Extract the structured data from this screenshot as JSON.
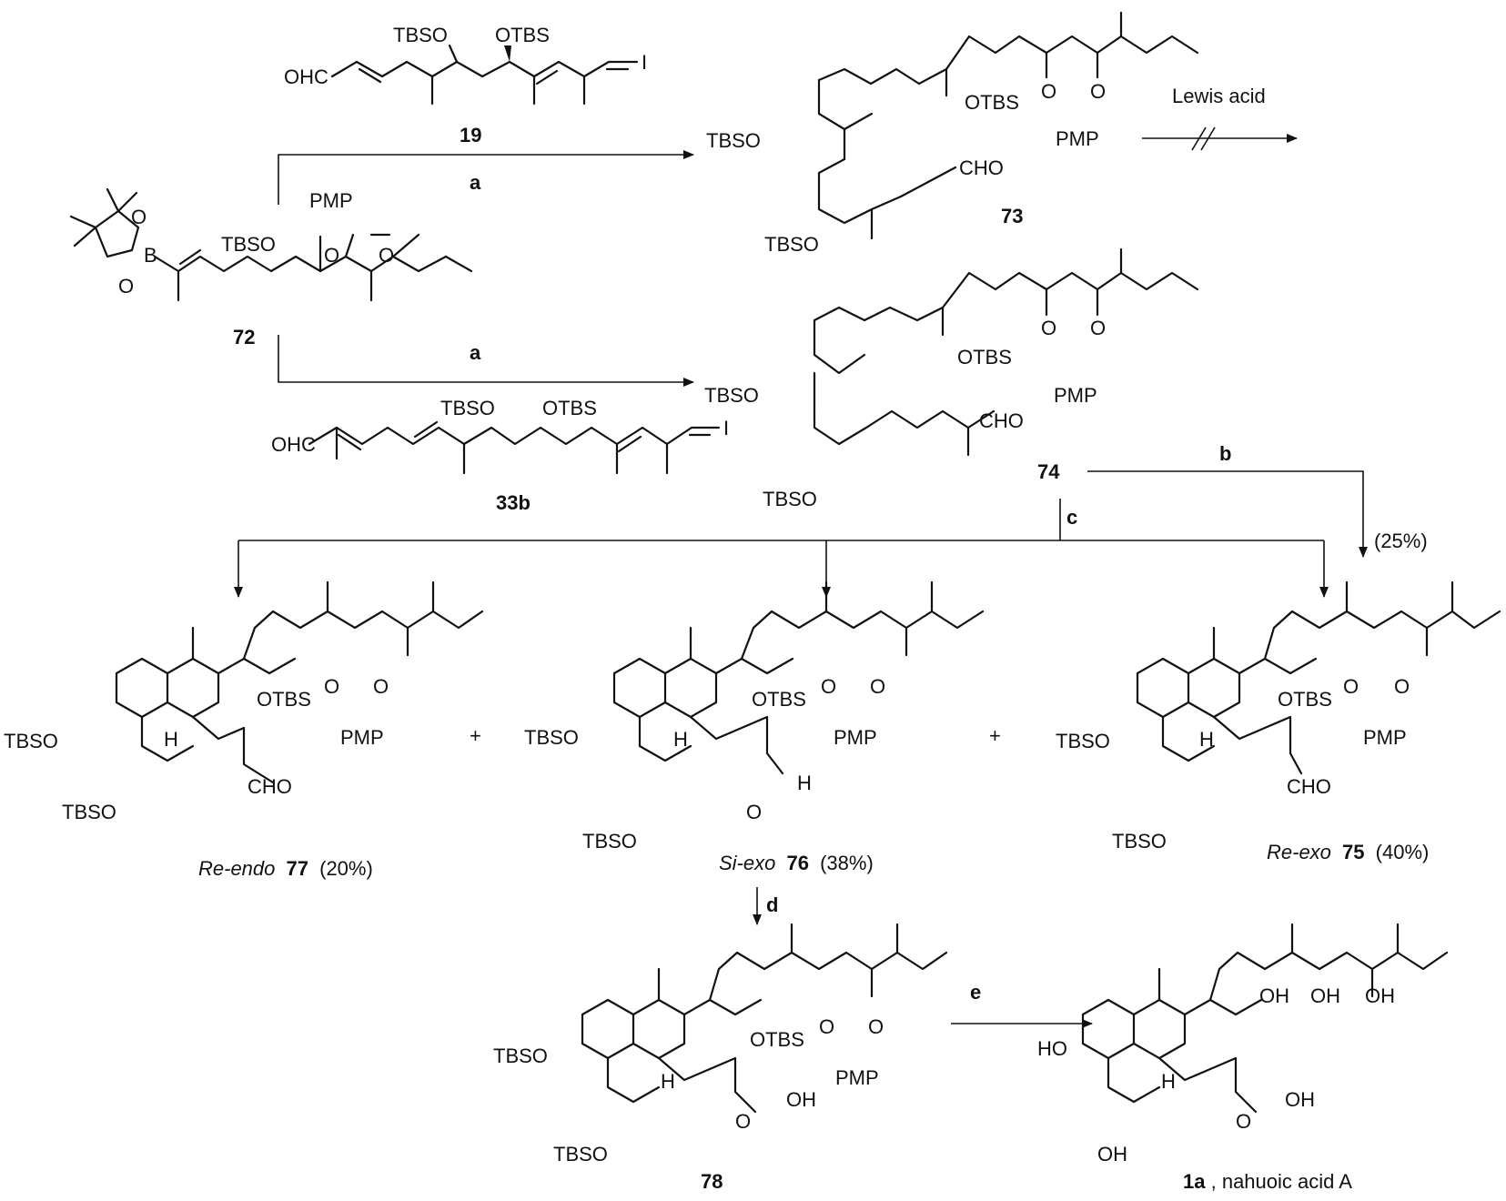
{
  "labels": {
    "tbso": "TBSO",
    "otbs": "OTBS",
    "ohc": "OHC",
    "cho": "CHO",
    "pmp": "PMP",
    "iodide": "I",
    "o": "O",
    "h": "H",
    "b": "B",
    "oh": "OH",
    "ho": "HO",
    "otbs_ring": "OTBS",
    "plus": "+"
  },
  "compounds": {
    "c19": "19",
    "c72": "72",
    "c33b": "33b",
    "c73": "73",
    "c74": "74",
    "c77_prefix": "Re-endo",
    "c77_num": "77",
    "c77_yield": "(20%)",
    "c76_prefix": "Si-exo",
    "c76_num": "76",
    "c76_yield": "(38%)",
    "c75_prefix": "Re-exo",
    "c75_num": "75",
    "c75_yield": "(40%)",
    "c78": "78",
    "c1a_num": "1a",
    "c1a_name": ", nahuoic acid A"
  },
  "reagents": {
    "a_top": "a",
    "a_bottom": "a",
    "lewis_acid": "Lewis acid",
    "b": "b",
    "b_yield": "(25%)",
    "c": "c",
    "d": "d",
    "e": "e"
  },
  "colors": {
    "ink": "#111111",
    "background": "#ffffff"
  }
}
